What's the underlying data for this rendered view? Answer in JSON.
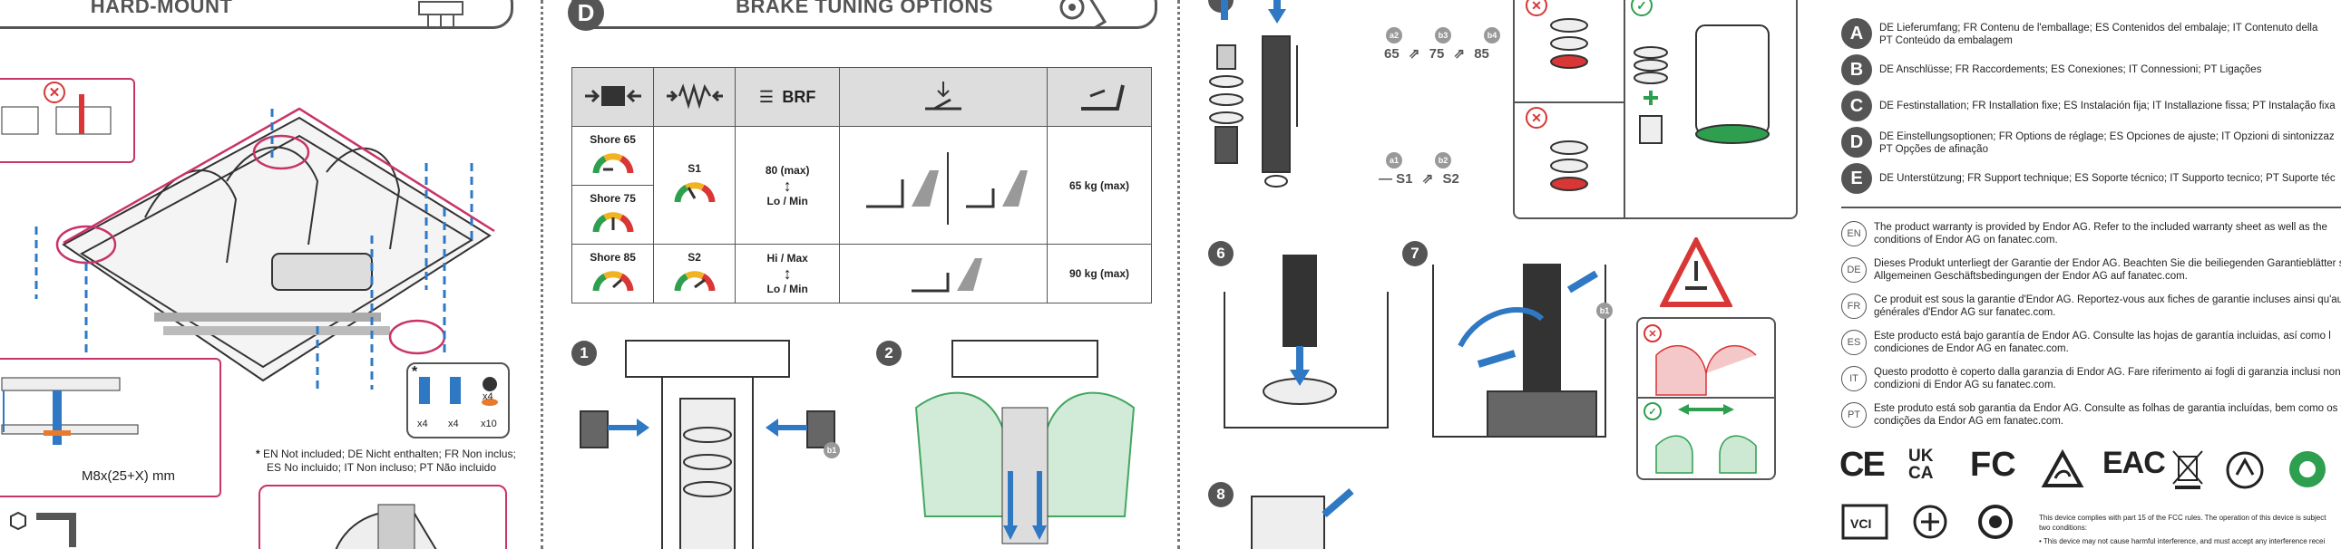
{
  "sections": {
    "hardmount": {
      "title": "HARD-MOUNT"
    },
    "brake": {
      "letter": "D",
      "title": "BRAKE TUNING OPTIONS"
    }
  },
  "hardmount": {
    "bolt_label": "M8x(25+X) mm",
    "parts": {
      "star": "*",
      "q1": "x4",
      "q2": "x4",
      "q3": "x4",
      "q4": "x10"
    },
    "note_star": "*",
    "note_line1": "EN Not included; DE Nicht enthalten; FR Non inclus;",
    "note_line2": "ES No incluido; IT Non incluso; PT Não incluido"
  },
  "brake_table": {
    "head_brf": "BRF",
    "shores": [
      "Shore 65",
      "Shore 75",
      "Shore 85"
    ],
    "s1": "S1",
    "s2": "S2",
    "brf_top": "80 (max)",
    "brf_top_bottom": "Lo / Min",
    "brf_bot": "Hi / Max",
    "brf_bot_bottom": "Lo / Min",
    "kg_top": "65 kg (max)",
    "kg_bot": "90 kg (max)"
  },
  "steps_brake": {
    "s1": "1",
    "s2": "2",
    "b1": "b1"
  },
  "install": {
    "a2": "a2",
    "b3": "b3",
    "b4": "b4",
    "v65": "65",
    "v75": "75",
    "v85": "85",
    "a1": "a1",
    "b2": "b2",
    "s1": "S1",
    "s2": "S2",
    "step6": "6",
    "step7": "7",
    "step8": "8",
    "b1": "b1"
  },
  "contents": [
    {
      "letter": "A",
      "text": "DE Lieferumfang; FR Contenu de l'emballage; ES Contenidos del embalaje; IT Contenuto della",
      "text2": "PT Conteúdo da embalagem"
    },
    {
      "letter": "B",
      "text": "DE Anschlüsse; FR Raccordements; ES Conexiones; IT Connessioni; PT Ligações",
      "text2": ""
    },
    {
      "letter": "C",
      "text": "DE Festinstallation; FR Installation fixe; ES Instalación fija; IT Installazione fissa; PT Instalação fixa",
      "text2": ""
    },
    {
      "letter": "D",
      "text": "DE Einstellungsoptionen; FR Options de réglage; ES Opciones de ajuste; IT Opzioni di sintonizzaz",
      "text2": "PT Opções de afinação"
    },
    {
      "letter": "E",
      "text": "DE Unterstützung; FR Support technique; ES Soporte técnico; IT Supporto tecnico; PT Suporte téc",
      "text2": ""
    }
  ],
  "warranty": [
    {
      "lang": "EN",
      "text": "The product warranty is provided by Endor AG. Refer to the included warranty sheet as well as the",
      "text2": "conditions of Endor AG on fanatec.com."
    },
    {
      "lang": "DE",
      "text": "Dieses Produkt unterliegt der Garantie der Endor AG. Beachten Sie die beiliegenden Garantieblätter so",
      "text2": "Allgemeinen Geschäftsbedingungen der Endor AG auf fanatec.com."
    },
    {
      "lang": "FR",
      "text": "Ce produit est sous la garantie d'Endor AG. Reportez-vous aux fiches de garantie incluses ainsi qu'aux",
      "text2": "générales d'Endor AG sur fanatec.com."
    },
    {
      "lang": "ES",
      "text": "Este producto está bajo garantía de Endor AG. Consulte las hojas de garantía incluidas, así como l",
      "text2": "condiciones de Endor AG en fanatec.com."
    },
    {
      "lang": "IT",
      "text": "Questo prodotto è coperto dalla garanzia di Endor AG. Fare riferimento ai fogli di garanzia inclusi nonch",
      "text2": "condizioni di Endor AG su fanatec.com."
    },
    {
      "lang": "PT",
      "text": "Este produto está sob garantia da Endor AG. Consulte as folhas de garantia incluídas, bem como os te",
      "text2": "condições da Endor AG em fanatec.com."
    }
  ],
  "certs": {
    "ce": "CE",
    "ukca1": "UK",
    "ukca2": "CA",
    "fc": "FC",
    "eac": "EAC"
  },
  "fcc": {
    "line1": "This device complies with part 15 of the FCC rules. The operation of this device is subject",
    "line2": "two conditions:",
    "line3": "• This device may not cause harmful interference, and must accept any interference recei"
  },
  "colors": {
    "accent": "#c8336a",
    "blue": "#2f78c4",
    "green": "#2e9e4f",
    "red": "#d93636",
    "grey": "#555555"
  }
}
